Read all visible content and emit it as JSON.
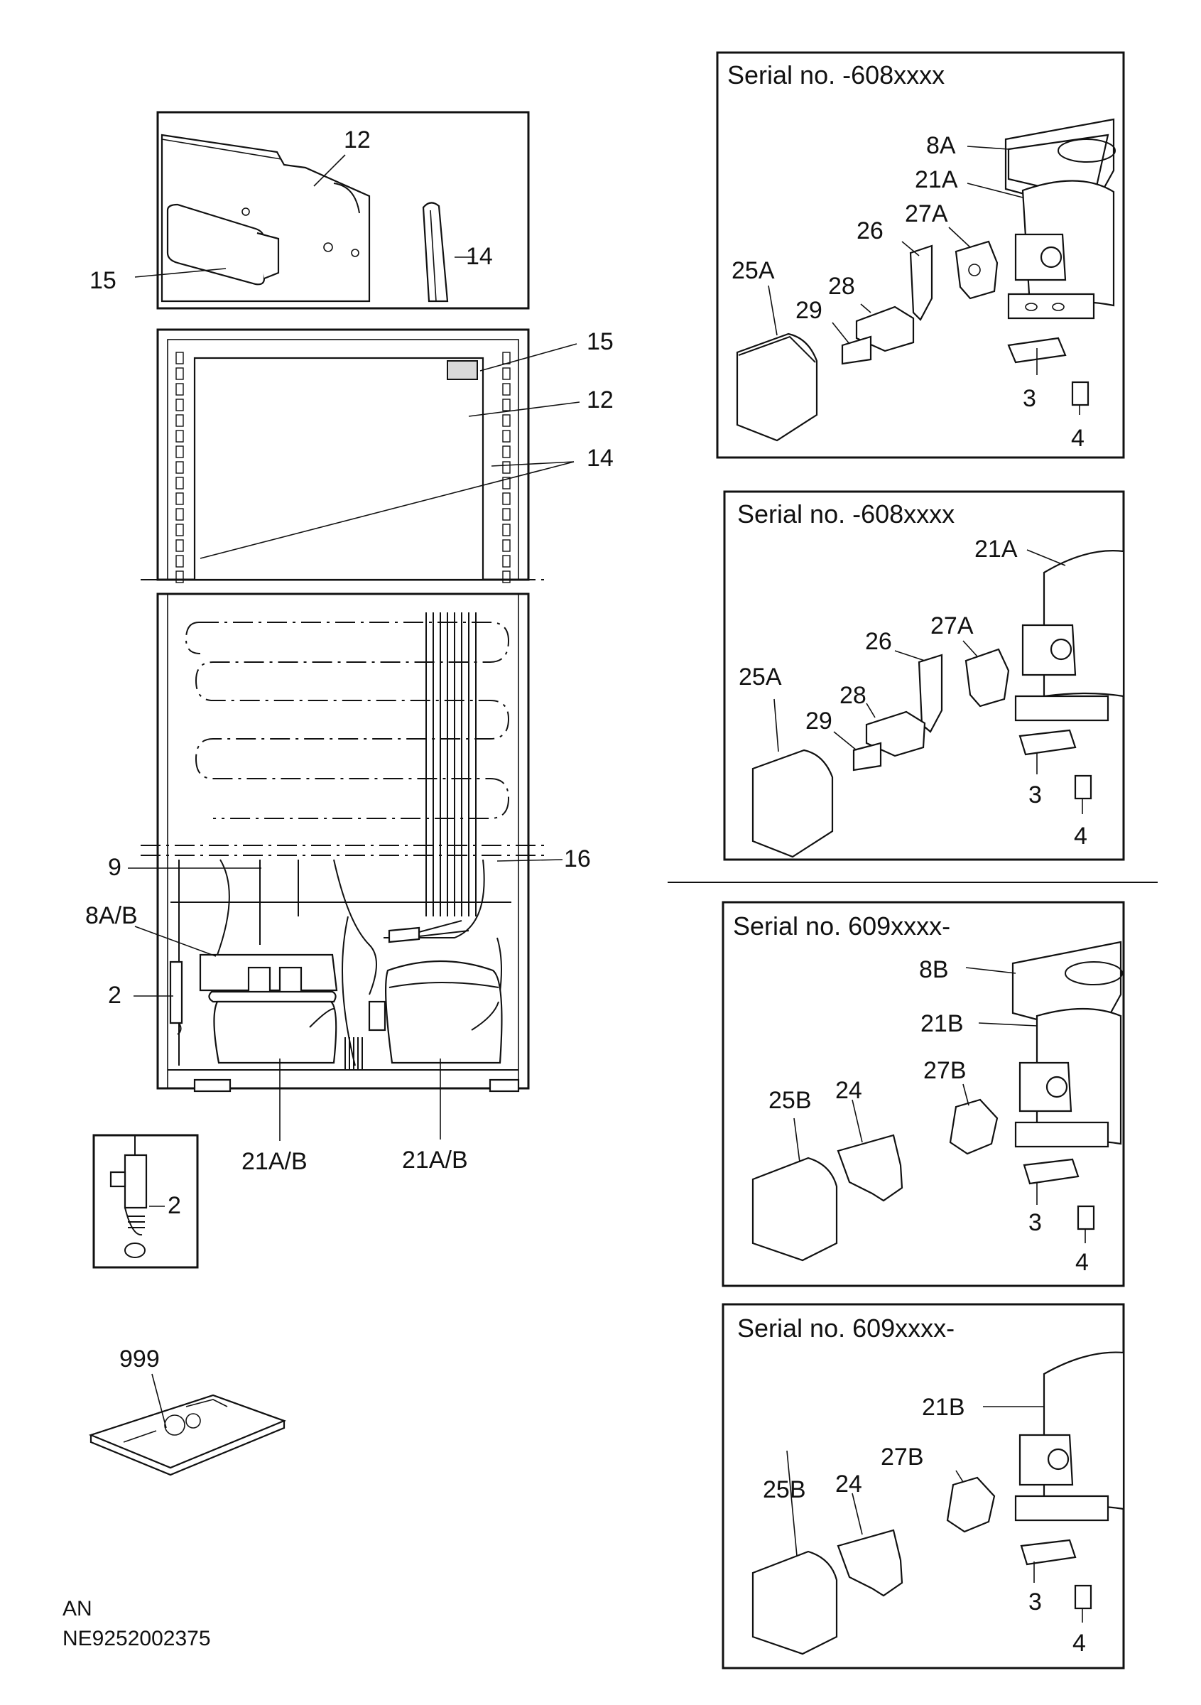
{
  "panels": {
    "top_right": {
      "header": "Serial no. -608xxxx",
      "labels": [
        "8A",
        "21A",
        "27A",
        "26",
        "25A",
        "28",
        "29",
        "3",
        "4"
      ]
    },
    "second_right": {
      "header": "Serial no. -608xxxx",
      "labels": [
        "21A",
        "27A",
        "26",
        "25A",
        "28",
        "29",
        "3",
        "4"
      ]
    },
    "third_right": {
      "header": "Serial no. 609xxxx-",
      "labels": [
        "8B",
        "21B",
        "27B",
        "25B",
        "24",
        "3",
        "4"
      ]
    },
    "bottom_right": {
      "header": "Serial no. 609xxxx-",
      "labels": [
        "21B",
        "27B",
        "25B",
        "24",
        "3",
        "4"
      ]
    }
  },
  "door_detail": {
    "labels": [
      "12",
      "14",
      "15"
    ]
  },
  "cabinet": {
    "labels": [
      "15",
      "12",
      "14",
      "16",
      "9",
      "8A/B",
      "2",
      "21A/B",
      "21A/B"
    ]
  },
  "thermostat_detail": {
    "label": "2"
  },
  "manual": {
    "label": "999"
  },
  "footer": {
    "line1": "AN",
    "line2": "NE9252002375"
  }
}
